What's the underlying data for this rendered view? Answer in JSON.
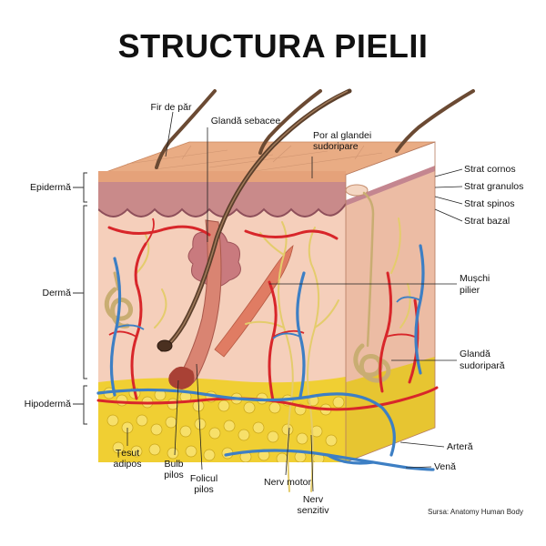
{
  "title": "STRUCTURA PIELII",
  "labels": {
    "fir_de_par": "Fir de păr",
    "glanda_sebacee": "Glandă sebacee",
    "por_line1": "Por al glandei",
    "por_line2": "sudoripare",
    "epiderma": "Epidermă",
    "derma": "Dermă",
    "hipoderma": "Hipodermă",
    "strat_cornos": "Strat cornos",
    "strat_granulos": "Strat granulos",
    "strat_spinos": "Strat spinos",
    "strat_bazal": "Strat bazal",
    "muschi_line1": "Mușchi",
    "muschi_line2": "pilier",
    "glanda_sud_line1": "Glandă",
    "glanda_sud_line2": "sudoripară",
    "artera": "Arteră",
    "vena": "Venă",
    "tesut_line1": "Țesut",
    "tesut_line2": "adipos",
    "bulb_line1": "Bulb",
    "bulb_line2": "pilos",
    "folicul_line1": "Folicul",
    "folicul_line2": "pilos",
    "nerv_motor": "Nerv motor",
    "nerv_senzitiv_line1": "Nerv",
    "nerv_senzitiv_line2": "senzitiv"
  },
  "source": "Sursa: Anatomy Human Body",
  "colors": {
    "epidermis": "#e7a77e",
    "dermis": "#f4cdb8",
    "fat": "#f2d33a",
    "artery": "#d8262a",
    "vein": "#3d7fc4",
    "nerve": "#e6cf72",
    "hair": "#5a3f2a"
  }
}
